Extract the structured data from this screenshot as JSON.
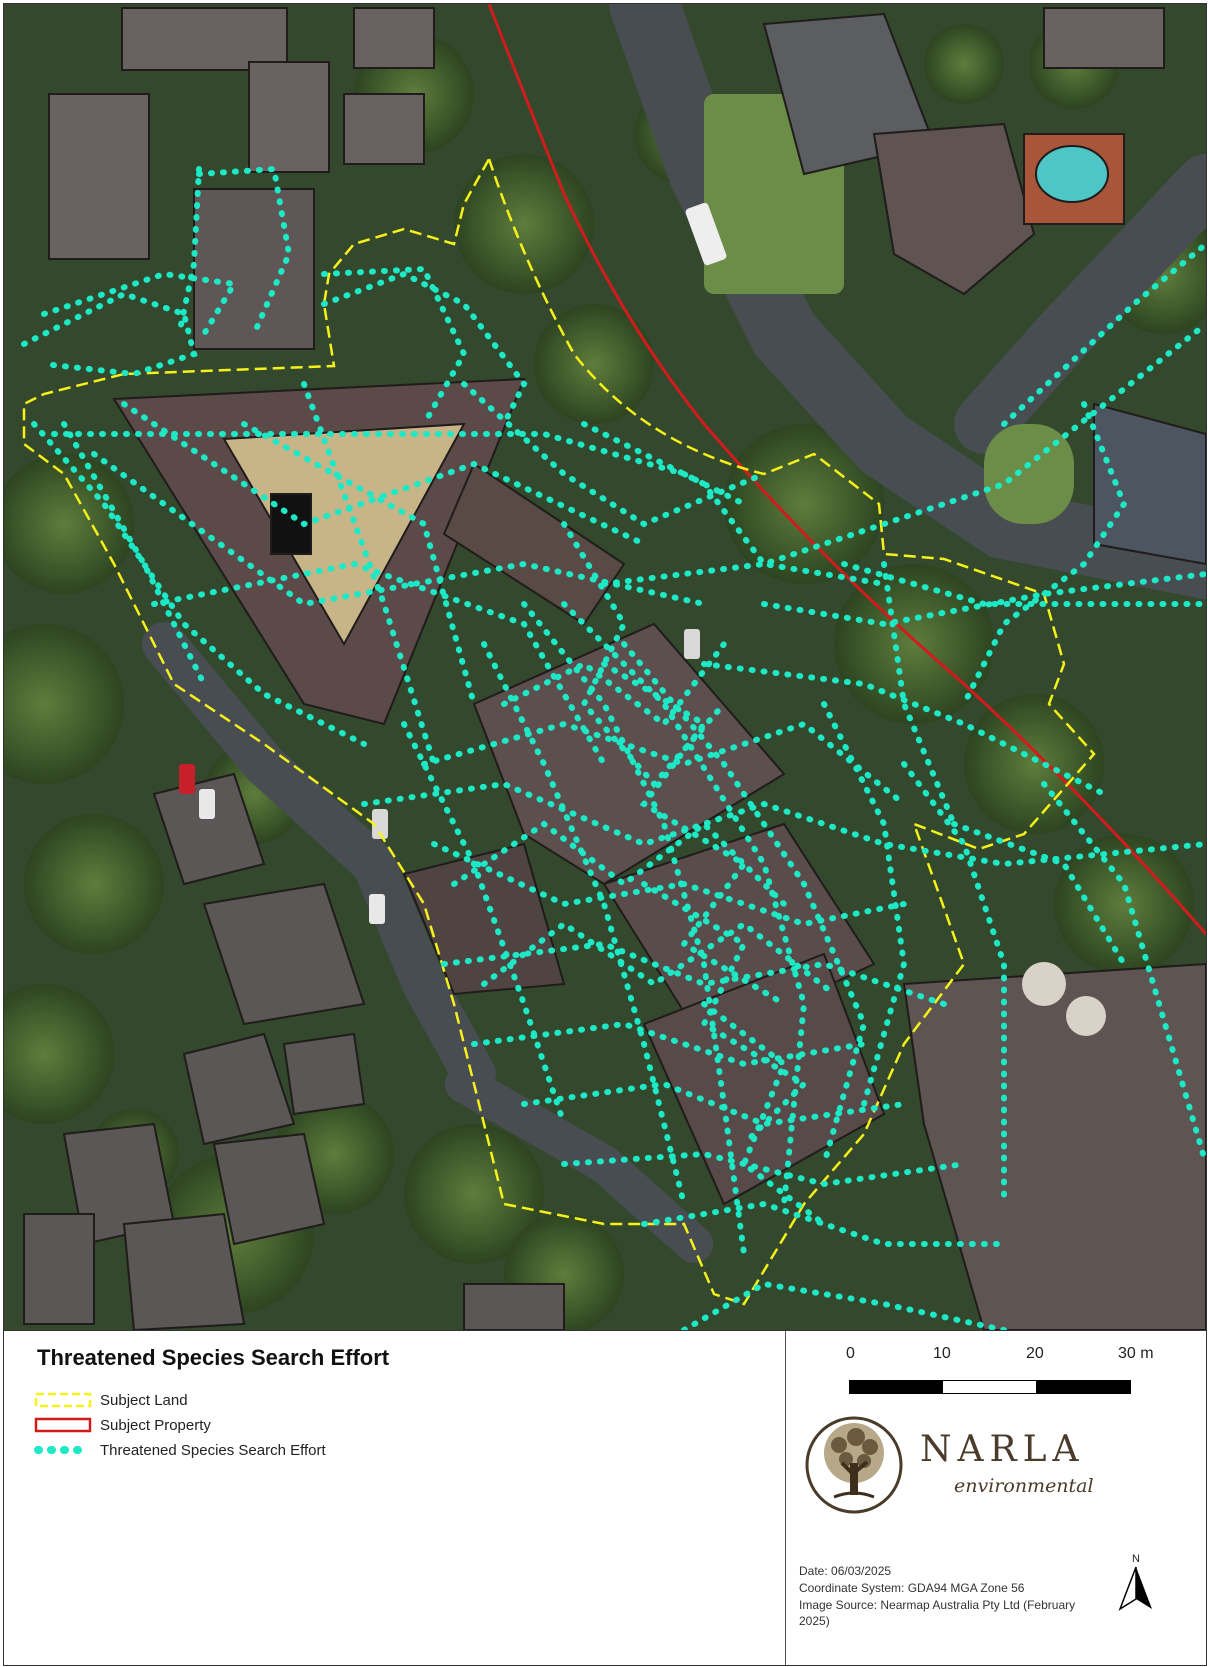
{
  "legend": {
    "title": "Threatened Species Search Effort",
    "items": [
      {
        "label": "Subject Land",
        "style": "dashed",
        "color": "#f5f11a"
      },
      {
        "label": "Subject Property",
        "style": "outline",
        "color": "#d01c1c"
      },
      {
        "label": "Threatened Species Search Effort",
        "style": "dotted",
        "color": "#1de9c6"
      }
    ]
  },
  "scale": {
    "ticks": [
      "0",
      "10",
      "20",
      "30 m"
    ]
  },
  "brand": {
    "name": "NARLA",
    "sub": "environmental",
    "logo_icon": "tree-logo-icon"
  },
  "meta": {
    "date": "Date:  06/03/2025",
    "coordinate_system": "Coordinate System: GDA94 MGA Zone 56",
    "image_source": "Image Source: Nearmap Australia Pty Ltd (February 2025)"
  },
  "north": {
    "label": "N",
    "icon": "north-arrow-icon"
  },
  "colors": {
    "subject_land": "#f5f11a",
    "subject_property": "#d01c1c",
    "search_effort": "#1de9c6",
    "brand": "#4a3b2a"
  }
}
